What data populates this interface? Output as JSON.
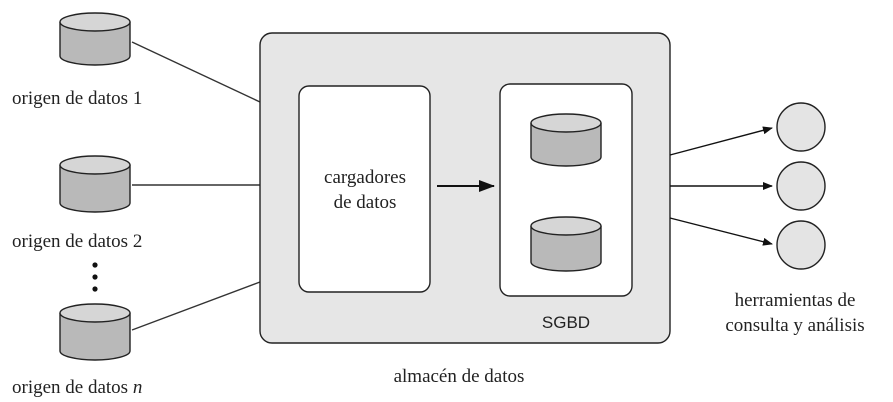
{
  "sources": [
    {
      "label": "origen de datos 1",
      "italic_suffix": ""
    },
    {
      "label": "origen de datos 2",
      "italic_suffix": ""
    },
    {
      "label": "origen de datos ",
      "italic_suffix": "n"
    }
  ],
  "warehouse": {
    "label": "almacén de datos",
    "loader_line1": "cargadores",
    "loader_line2": "de datos",
    "dbms_label": "SGBD"
  },
  "tools": {
    "line1": "herramientas de",
    "line2": "consulta y análisis"
  },
  "colors": {
    "warehouse_fill": "#e6e6e6",
    "cylinder_fill": "#b9b9b9",
    "tool_fill": "#e4e4e4",
    "stroke": "#222222"
  }
}
